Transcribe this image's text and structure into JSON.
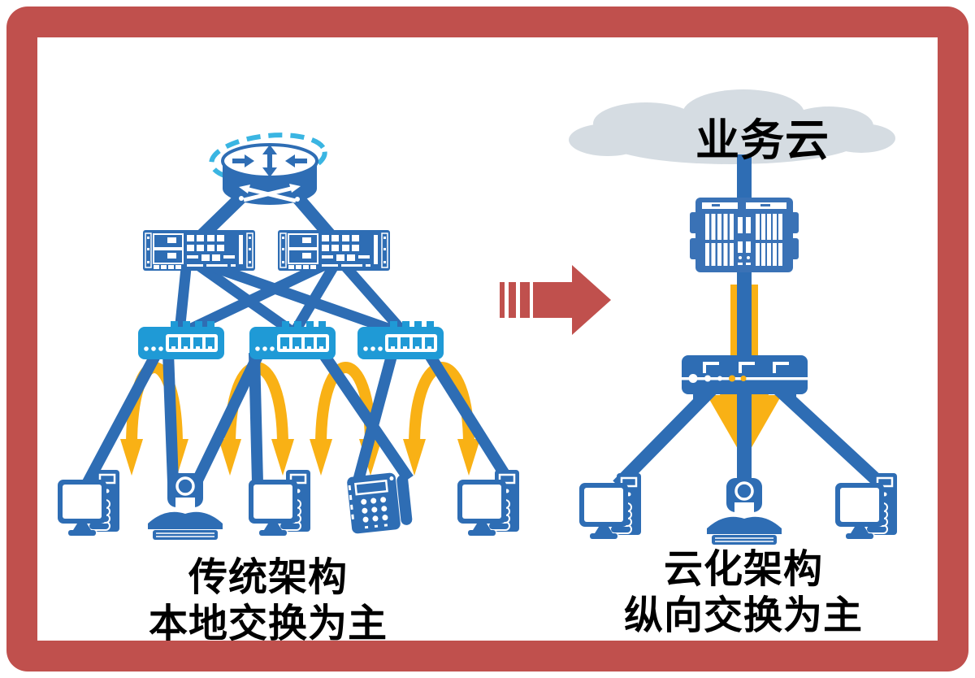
{
  "left_diagram": {
    "caption_line1": "传统架构",
    "caption_line2": "本地交换为主",
    "icons": [
      "router-icon",
      "core-switch-icon",
      "core-switch-icon",
      "access-switch-icon",
      "access-switch-icon",
      "access-switch-icon",
      "desktop-pc-icon",
      "video-camera-icon",
      "desktop-pc-icon",
      "ip-phone-icon",
      "desktop-pc-icon"
    ],
    "local_switch_arc_count": 4
  },
  "right_diagram": {
    "cloud_label": "业务云",
    "caption_line1": "云化架构",
    "caption_line2": "纵向交换为主",
    "icons": [
      "cloud-icon",
      "chassis-switch-icon",
      "access-switch-icon",
      "desktop-pc-icon",
      "video-camera-icon",
      "desktop-pc-icon"
    ]
  },
  "transition_arrow": {
    "direction": "right"
  },
  "colors": {
    "red": "#c0504d",
    "blue": "#2e6db4",
    "blue2": "#3a72b6",
    "lblue": "#1f9ad6",
    "yellow": "#f9b115",
    "cloud": "#d5dce2",
    "ink": "#000000",
    "paper": "#ffffff"
  }
}
